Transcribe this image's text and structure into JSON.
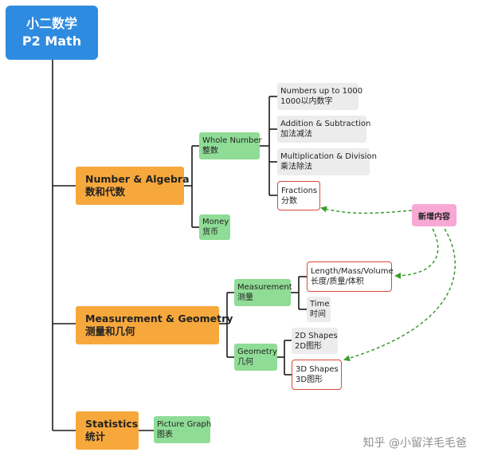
{
  "root": {
    "line1": "小二数学",
    "line2": "P2 Math"
  },
  "branches": {
    "number_algebra": {
      "line1": "Number & Algebra",
      "line2": "数和代数",
      "whole_number": {
        "line1": "Whole Number",
        "line2": "整数",
        "items": [
          {
            "line1": "Numbers up to 1000",
            "line2": "1000以内数字"
          },
          {
            "line1": "Addition & Subtraction",
            "line2": "加法减法"
          },
          {
            "line1": "Multiplication & Division",
            "line2": "乘法除法"
          },
          {
            "line1": "Fractions",
            "line2": "分数"
          }
        ]
      },
      "money": {
        "line1": "Money",
        "line2": "货币"
      }
    },
    "measurement_geometry": {
      "line1": "Measurement & Geometry",
      "line2": "测量和几何",
      "measurement": {
        "line1": "Measurement",
        "line2": "测量",
        "items": [
          {
            "line1": "Length/Mass/Volume",
            "line2": "长度/质量/体积"
          },
          {
            "line1": "Time",
            "line2": "时间"
          }
        ]
      },
      "geometry": {
        "line1": "Geometry",
        "line2": "几何",
        "items": [
          {
            "line1": "2D Shapes",
            "line2": "2D图形"
          },
          {
            "line1": "3D Shapes",
            "line2": "3D图形"
          }
        ]
      }
    },
    "statistics": {
      "line1": "Statistics",
      "line2": "统计",
      "picture_graph": {
        "line1": "Picture Graph",
        "line2": "图表"
      }
    }
  },
  "new_content_label": "新增内容",
  "watermark": "知乎 @小留洋毛毛爸",
  "colors": {
    "root": "#2f8be0",
    "level1": "#f7a83c",
    "level2": "#8fdc96",
    "level3": "#ececec",
    "new_content_border": "#d9493b",
    "new_content_tag": "#f7a8d4",
    "dashed_arrow": "#3a9d2f"
  }
}
